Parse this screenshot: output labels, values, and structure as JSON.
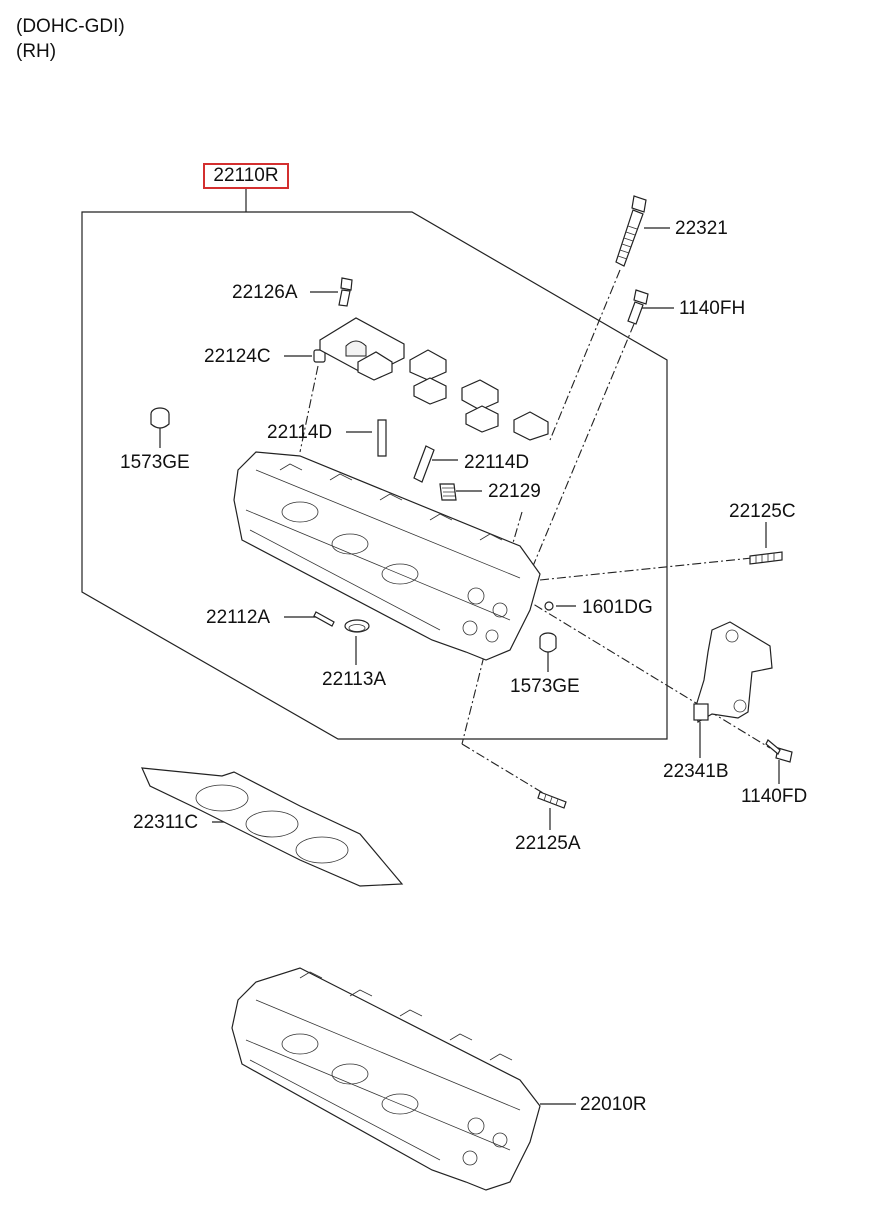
{
  "header": {
    "line1": "(DOHC-GDI)",
    "line2": "(RH)"
  },
  "labels": {
    "assembly": "22110R",
    "bolt_22321": "22321",
    "bolt_1140FH": "1140FH",
    "bolt_22126A": "22126A",
    "dowel_22124C": "22124C",
    "plug_1573GE_left": "1573GE",
    "guide_22114D_left": "22114D",
    "guide_22114D_right": "22114D",
    "plug_22129": "22129",
    "stud_22125C": "22125C",
    "ball_1601DG": "1601DG",
    "pin_22112A": "22112A",
    "seal_22113A": "22113A",
    "plug_1573GE_right": "1573GE",
    "bracket_22341B": "22341B",
    "bolt_1140FD": "1140FD",
    "gasket_22311C": "22311C",
    "stud_22125A": "22125A",
    "head_22010R": "22010R"
  },
  "icons": {
    "head_assembly": "cylinder-head-icon",
    "head_bare": "cylinder-head-icon",
    "gasket": "head-gasket-icon",
    "bracket": "bracket-icon"
  },
  "colors": {
    "highlight": "#d32f2f",
    "line": "#222222"
  }
}
